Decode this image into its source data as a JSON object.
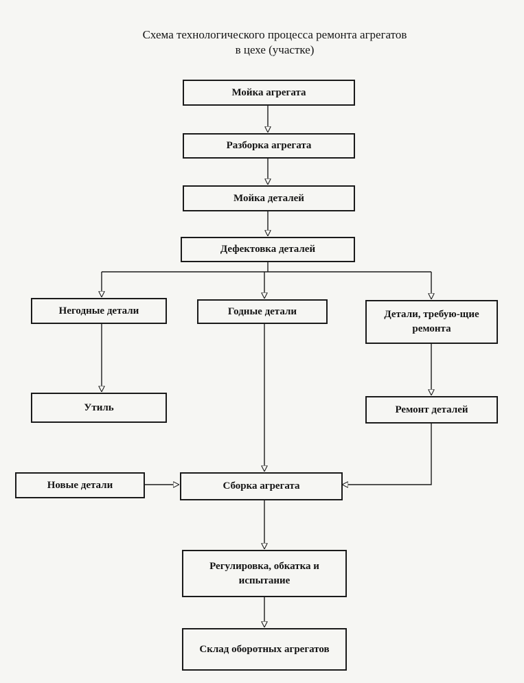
{
  "title": {
    "line1": "Схема технологического процесса ремонта агрегатов",
    "line2": "в цехе (участке)"
  },
  "nodes": {
    "wash_unit": "Мойка агрегата",
    "disassembly": "Разборка агрегата",
    "wash_parts": "Мойка деталей",
    "defect": "Дефектовка деталей",
    "unfit": "Негодные детали",
    "fit": "Годные детали",
    "repair_needed": "Детали, требую-щие ремонта",
    "scrap": "Утиль",
    "repair": "Ремонт деталей",
    "new_parts": "Новые детали",
    "assembly": "Сборка агрегата",
    "adjust": "Регулировка, обкатка и испытание",
    "storage": "Склад оборотных агрегатов"
  }
}
